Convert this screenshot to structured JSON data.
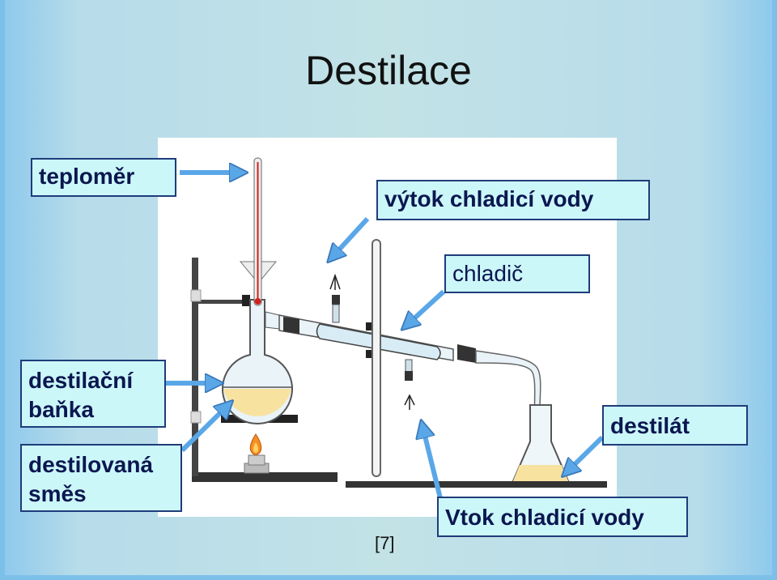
{
  "title": "Destilace",
  "labels": {
    "thermometer": "teploměr",
    "water_out": "výtok chladicí vody",
    "condenser": "chladič",
    "flask": "destilační baňka",
    "mixture": "destilovaná směs",
    "distillate": "destilát",
    "water_in": "Vtok chladicí vody"
  },
  "reference": "[7]",
  "colors": {
    "label_bg": "#ccf7f9",
    "label_border": "#1f3c7a",
    "arrow": "#5aa7e8",
    "liquid": "#f8e2a0",
    "thermometer_line": "#d02020"
  }
}
